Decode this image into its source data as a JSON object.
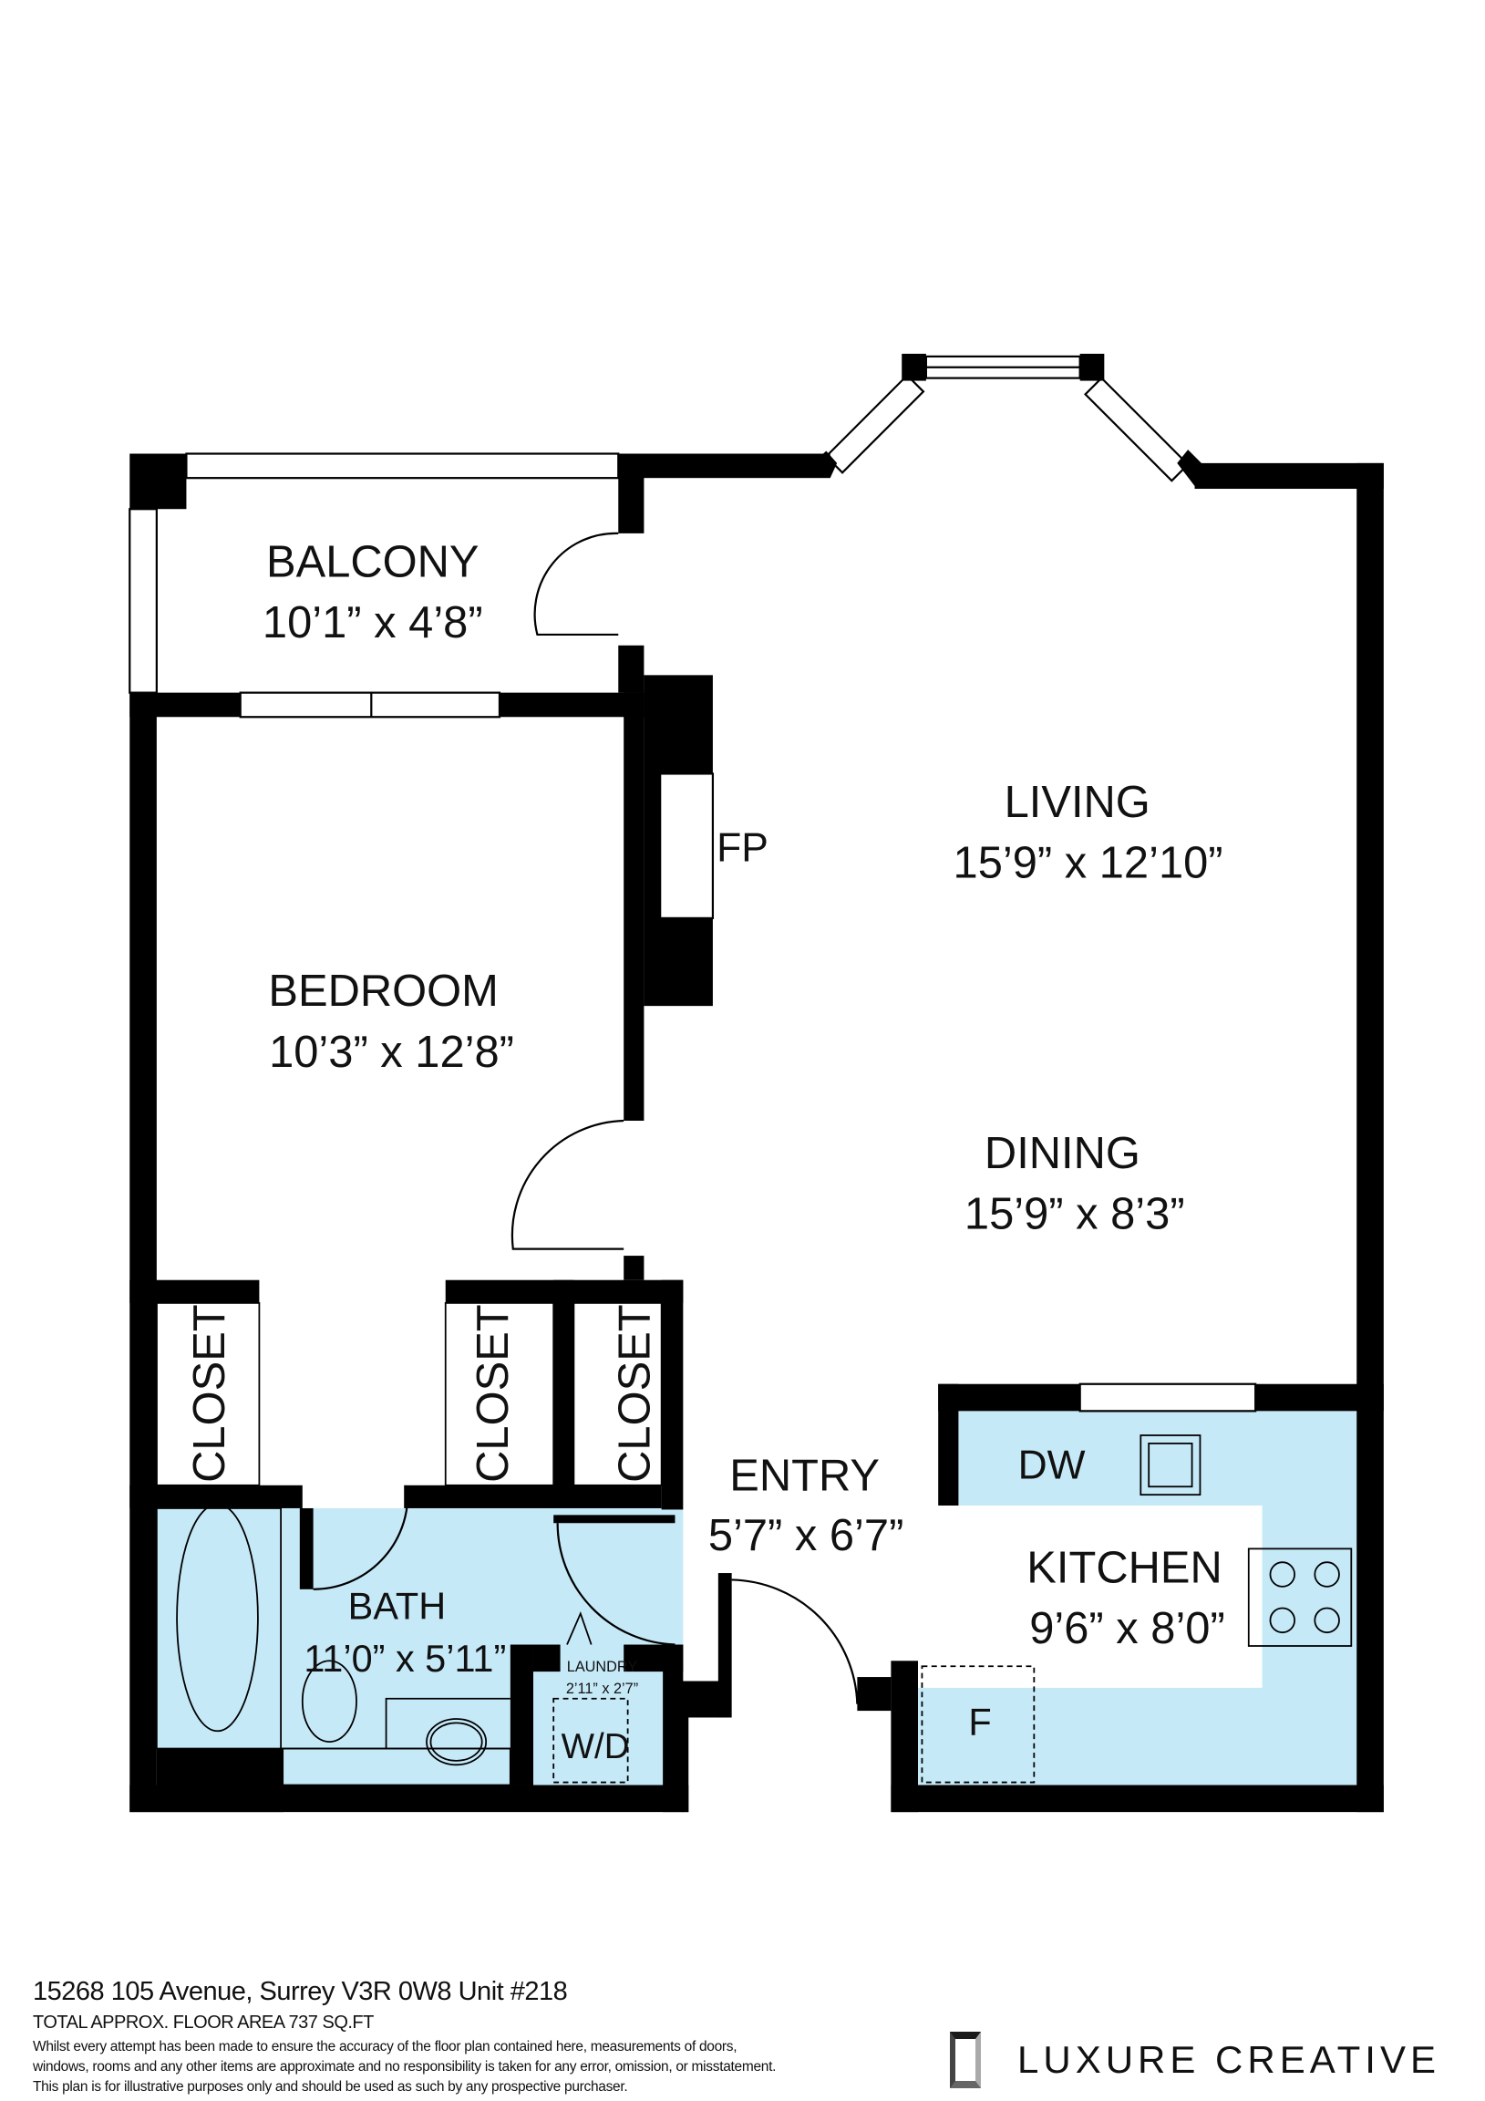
{
  "colors": {
    "wall": "#000000",
    "wet_area": "#c6e9f8",
    "background": "#ffffff"
  },
  "rooms": {
    "balcony": {
      "name": "BALCONY",
      "size": "10’1” x 4’8”"
    },
    "bedroom": {
      "name": "BEDROOM",
      "size": "10’3” x 12’8”"
    },
    "living": {
      "name": "LIVING",
      "size": "15’9” x 12’10”"
    },
    "dining": {
      "name": "DINING",
      "size": "15’9” x 8’3”"
    },
    "entry": {
      "name": "ENTRY",
      "size": "5’7” x 6’7”"
    },
    "kitchen": {
      "name": "KITCHEN",
      "size": "9’6” x 8’0”"
    },
    "bath": {
      "name": "BATH",
      "size": "11’0” x 5’11”"
    },
    "laundry": {
      "name": "LAUNDRY",
      "size": "2’11” x 2’7”"
    },
    "closets": [
      "CLOSET",
      "CLOSET",
      "CLOSET"
    ]
  },
  "fixtures": {
    "fireplace": "FP",
    "dishwasher": "DW",
    "fridge": "F",
    "washer_dryer": "W/D"
  },
  "footer": {
    "address": "15268 105 Avenue, Surrey V3R 0W8 Unit #218",
    "floor_area": "TOTAL APPROX. FLOOR AREA 737 SQ.FT",
    "disclaimer_lines": [
      "Whilst every attempt has been made to ensure the accuracy of the floor plan contained here, measurements of doors,",
      "windows, rooms and any other items are approximate and no responsibility is taken for any error, omission, or misstatement.",
      "This plan is for illustrative purposes only and should be used as such by any prospective purchaser."
    ],
    "brand": "LUXURE CREATIVE"
  }
}
